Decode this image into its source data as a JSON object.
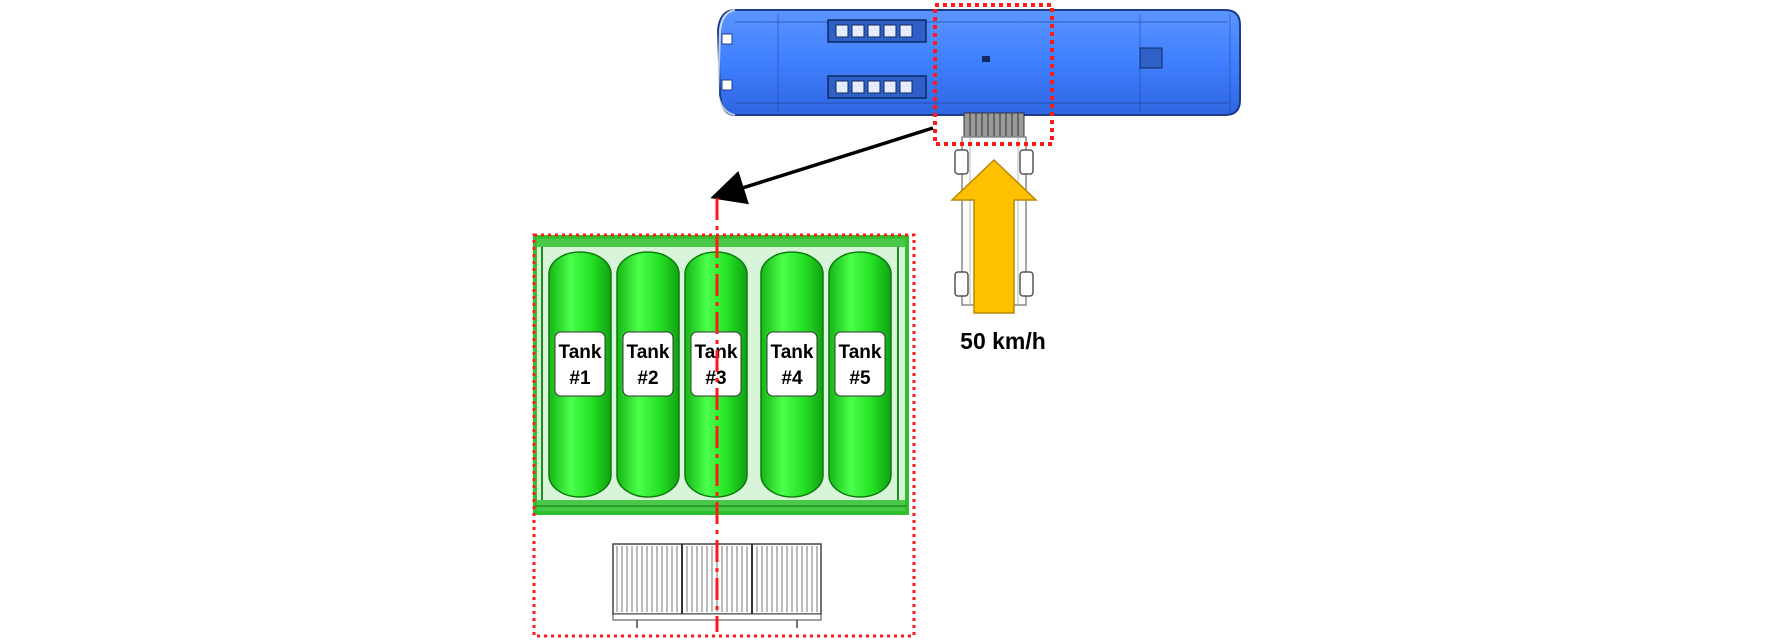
{
  "speed": {
    "label": "50 km/h"
  },
  "tanks": [
    {
      "line1": "Tank",
      "line2": "#1"
    },
    {
      "line1": "Tank",
      "line2": "#2"
    },
    {
      "line1": "Tank",
      "line2": "#3"
    },
    {
      "line1": "Tank",
      "line2": "#4"
    },
    {
      "line1": "Tank",
      "line2": "#5"
    }
  ],
  "colors": {
    "bus_body": "#3f7fff",
    "tank_green": "#22e022",
    "frame_green": "#2fbf2f",
    "highlight_red": "#ff1a1a",
    "impact_arrow": "#ffc000"
  }
}
